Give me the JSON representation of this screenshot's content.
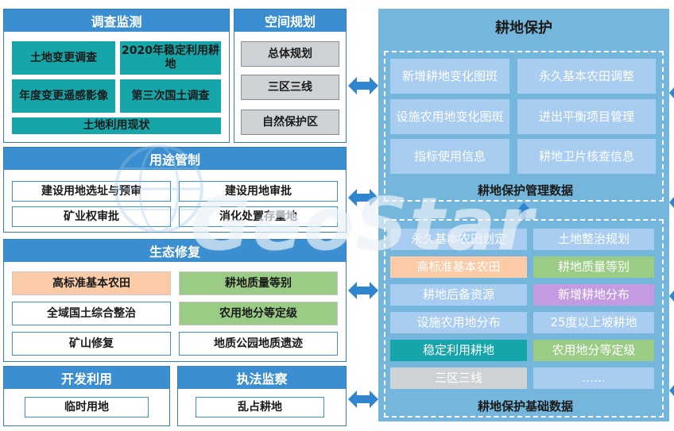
{
  "survey": {
    "title": "调查监测",
    "items": [
      "土地变更调查",
      "2020年稳定利用耕地",
      "年度变更遥感影像",
      "第三次国土调查",
      "土地利用现状"
    ]
  },
  "spatial": {
    "title": "空间规划",
    "items": [
      "总体规划",
      "三区三线",
      "自然保护区"
    ]
  },
  "usage": {
    "title": "用途管制",
    "items": [
      "建设用地选址与预审",
      "建设用地审批",
      "矿业权审批",
      "消化处置存量地"
    ]
  },
  "eco": {
    "title": "生态修复",
    "items": [
      "高标准基本农田",
      "耕地质量等别",
      "全域国土综合整治",
      "农用地分等定级",
      "矿山修复",
      "地质公园地质遗迹"
    ]
  },
  "dev": {
    "title": "开发利用",
    "items": [
      "临时用地"
    ]
  },
  "law": {
    "title": "执法监察",
    "items": [
      "乱占耕地"
    ]
  },
  "protect": {
    "title": "耕地保护",
    "mgmt_title": "耕地保护管理数据",
    "mgmt_items": [
      "新增耕地变化图斑",
      "永久基本农田调整",
      "设施农用地变化图斑",
      "进出平衡项目管理",
      "指标使用信息",
      "耕地卫片核查信息"
    ],
    "base_title": "耕地保护基础数据",
    "base_items": [
      "永久基本农田划定",
      "土地整治规划",
      "高标准基本农田",
      "耕地质量等别",
      "耕地后备资源",
      "新增耕地分布",
      "设施农用地分布",
      "25度以上坡耕地",
      "稳定利用耕地",
      "农用地分等定级",
      "三区三线",
      "……"
    ]
  },
  "watermark": "GeoStar",
  "colors": {
    "header_blue": "#3b8fd0",
    "panel_bg": "#75b7dc",
    "teal": "#16a5a8",
    "peach": "#fbcaa6",
    "green": "#9bcc85",
    "purple": "#c49be0",
    "grey": "#cfd2d5"
  }
}
